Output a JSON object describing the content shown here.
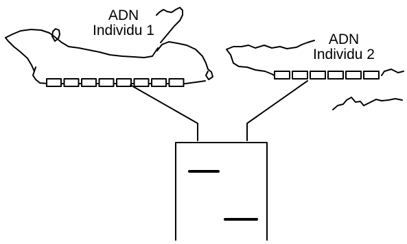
{
  "individual_1": {
    "line1": "ADN",
    "line2": "Individu 1",
    "segment_count": 8
  },
  "individual_2": {
    "line1": "ADN",
    "line2": "Individu 2",
    "segment_count": 6
  },
  "gel": {
    "band_count": 2
  },
  "colors": {
    "ink": "#000000",
    "background": "#ffffff"
  }
}
